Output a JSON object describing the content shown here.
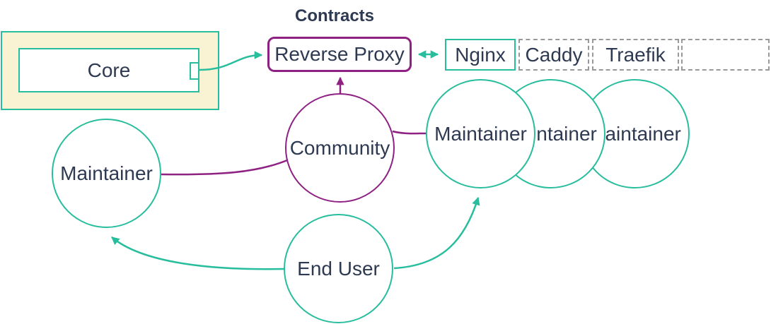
{
  "diagram_title": "Contracts",
  "colors": {
    "teal": "#27bd9d",
    "purple": "#8e2182",
    "ink": "#2e3a52",
    "cream": "#faf3d3",
    "gray": "#999999",
    "white": "#ffffff"
  },
  "nodes": {
    "core": {
      "label": "Core"
    },
    "reverse_proxy": {
      "label": "Reverse Proxy"
    },
    "proxy_options": [
      {
        "label": "Nginx",
        "border": "solid"
      },
      {
        "label": "Caddy",
        "border": "dashed"
      },
      {
        "label": "Traefik",
        "border": "dashed"
      },
      {
        "label": "",
        "border": "dashed"
      }
    ],
    "community": {
      "label": "Community"
    },
    "maintainer_left": {
      "label": "Maintainer"
    },
    "maintainers_right": [
      {
        "label": "Maintainer"
      },
      {
        "label": "Maintainer"
      },
      {
        "label": "Maintainer"
      }
    ],
    "end_user": {
      "label": "End User"
    }
  },
  "edges": [
    {
      "from": "core",
      "to": "reverse_proxy",
      "color": "teal",
      "arrows": "end"
    },
    {
      "from": "reverse_proxy",
      "to": "nginx",
      "color": "teal",
      "arrows": "both"
    },
    {
      "from": "community",
      "to": "reverse_proxy",
      "color": "purple",
      "arrows": "end"
    },
    {
      "from": "community",
      "to": "maintainer_left",
      "color": "purple",
      "arrows": "none"
    },
    {
      "from": "community",
      "to": "maintainer_right_1",
      "color": "purple",
      "arrows": "none"
    },
    {
      "from": "end_user",
      "to": "maintainer_left",
      "color": "teal",
      "arrows": "end"
    },
    {
      "from": "end_user",
      "to": "maintainer_right_1",
      "color": "teal",
      "arrows": "end"
    }
  ]
}
